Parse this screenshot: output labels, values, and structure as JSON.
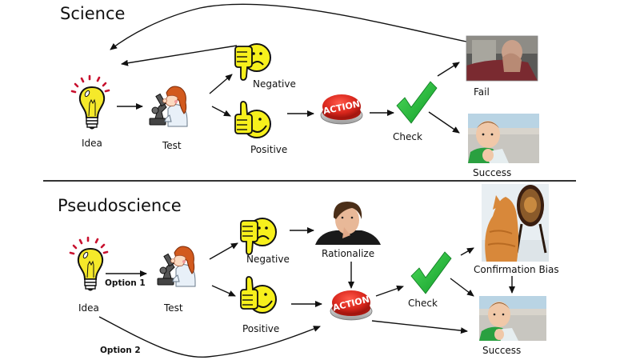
{
  "sections": {
    "science": {
      "title": "Science",
      "nodes": {
        "idea": "Idea",
        "test": "Test",
        "negative": "Negative",
        "positive": "Positive",
        "action": "ACTION",
        "check": "Check",
        "fail": "Fail",
        "success": "Success"
      }
    },
    "pseudoscience": {
      "title": "Pseudoscience",
      "nodes": {
        "idea": "Idea",
        "test": "Test",
        "negative": "Negative",
        "positive": "Positive",
        "rationalize": "Rationalize",
        "action": "ACTION",
        "check": "Check",
        "confirmation_bias": "Confirmation Bias",
        "success": "Success"
      },
      "edge_labels": {
        "option1": "Option 1",
        "option2": "Option 2"
      }
    }
  },
  "icons": {
    "idea": "lightbulb-icon",
    "test": "scientist-microscope-icon",
    "negative": "thumbs-down-sad-face-icon",
    "positive": "thumbs-up-smiley-face-icon",
    "action": "red-action-button-icon",
    "check": "green-checkmark-icon",
    "fail": "facepalm-photo",
    "success": "success-kid-photo",
    "rationalize": "thinking-man-photo",
    "confirmation_bias": "kitten-lion-mirror-photo"
  },
  "colors": {
    "bulb": "#f5e92a",
    "smiley": "#f7f01c",
    "action_red": "#d9261c",
    "check_green": "#22b33a",
    "rays": "#c8102e"
  }
}
